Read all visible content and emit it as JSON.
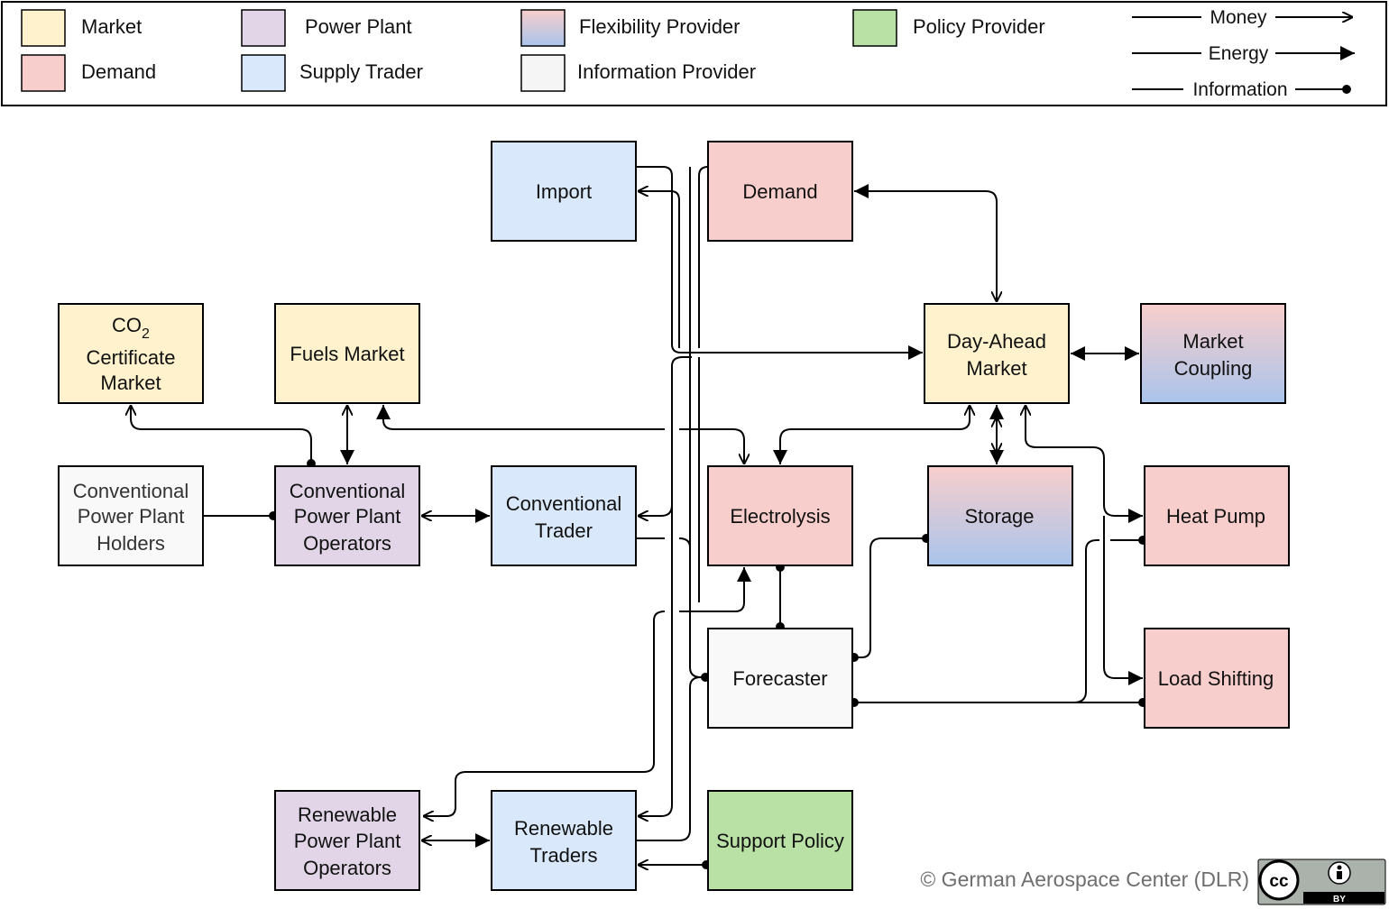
{
  "legend": {
    "categories": [
      {
        "key": "market",
        "label": "Market"
      },
      {
        "key": "power_plant",
        "label": "Power Plant"
      },
      {
        "key": "flexibility",
        "label": "Flexibility Provider"
      },
      {
        "key": "policy",
        "label": "Policy Provider"
      },
      {
        "key": "demand",
        "label": "Demand"
      },
      {
        "key": "supply_trader",
        "label": "Supply Trader"
      },
      {
        "key": "information",
        "label": "Information Provider"
      }
    ],
    "flows": {
      "money": "Money",
      "energy": "Energy",
      "information": "Information"
    }
  },
  "colors": {
    "market": "#fff2cc",
    "power_plant": "#e1d5e7",
    "demand": "#f8cecc",
    "supply_trader": "#dae8fc",
    "information": "#f5f5f5",
    "policy": "#b9e0a5",
    "flex_top": "#f8cecc",
    "flex_bottom": "#a9c4eb"
  },
  "nodes": {
    "import": {
      "lines": [
        "Import"
      ]
    },
    "demand": {
      "lines": [
        "Demand"
      ]
    },
    "co2": {
      "lines": [
        "CO",
        "Certificate",
        "Market"
      ],
      "subscript": "2"
    },
    "fuels": {
      "lines": [
        "Fuels Market"
      ]
    },
    "day_ahead": {
      "lines": [
        "Day-Ahead",
        "Market"
      ]
    },
    "market_coupling": {
      "lines": [
        "Market",
        "Coupling"
      ]
    },
    "conv_holders": {
      "lines": [
        "Conventional",
        "Power Plant",
        "Holders"
      ]
    },
    "conv_operators": {
      "lines": [
        "Conventional",
        "Power Plant",
        "Operators"
      ]
    },
    "conv_trader": {
      "lines": [
        "Conventional",
        "Trader"
      ]
    },
    "electrolysis": {
      "lines": [
        "Electrolysis"
      ]
    },
    "storage": {
      "lines": [
        "Storage"
      ]
    },
    "heat_pump": {
      "lines": [
        "Heat Pump"
      ]
    },
    "forecaster": {
      "lines": [
        "Forecaster"
      ]
    },
    "load_shifting": {
      "lines": [
        "Load Shifting"
      ]
    },
    "ren_operators": {
      "lines": [
        "Renewable",
        "Power Plant",
        "Operators"
      ]
    },
    "ren_traders": {
      "lines": [
        "Renewable",
        "Traders"
      ]
    },
    "support_policy": {
      "lines": [
        "Support Policy"
      ]
    }
  },
  "copyright": "© German Aerospace Center (DLR)",
  "license_badge": {
    "left": "cc",
    "right": "BY"
  }
}
